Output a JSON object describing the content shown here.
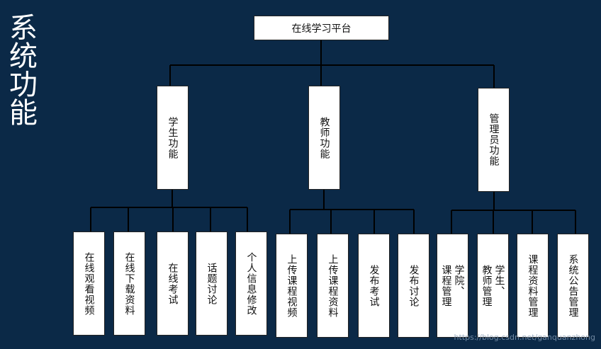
{
  "side_title": "系统功能",
  "root": "在线学习平台",
  "categories": [
    {
      "label": "学生功能",
      "children": [
        "在线观看视频",
        "在线下载资料",
        "在线考试",
        "话题讨论",
        "个人信息修改"
      ]
    },
    {
      "label": "教师功能",
      "children": [
        "上传课程视频",
        "上传课程资料",
        "发布考试",
        "发布讨论"
      ]
    },
    {
      "label": "管理员功能",
      "children": [
        "学院、课程管理",
        "学生、教师管理",
        "课程资料管理",
        "系统公告管理"
      ]
    }
  ],
  "watermark": "https://blog.csdn.net/ganquanzhong"
}
